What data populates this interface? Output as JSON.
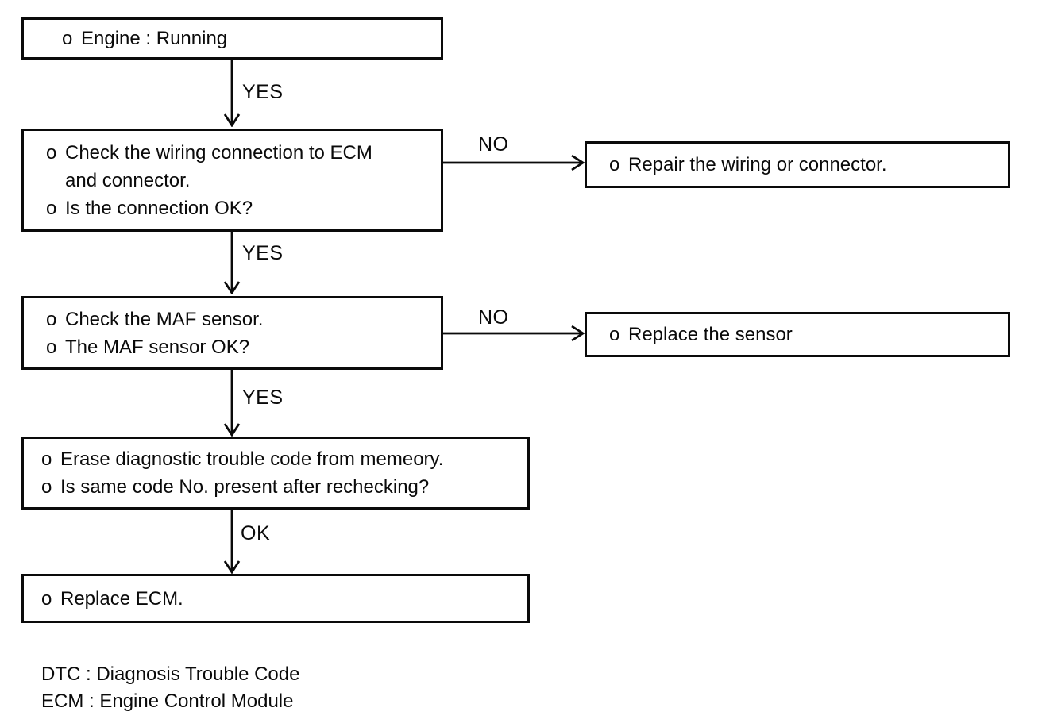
{
  "boxes": {
    "engine": {
      "lines": [
        {
          "bullet": "o",
          "text": "Engine : Running"
        }
      ]
    },
    "check_wiring": {
      "lines": [
        {
          "bullet": "o",
          "text": "Check the wiring connection to ECM"
        },
        {
          "bullet": "",
          "text": "and connector."
        },
        {
          "bullet": "o",
          "text": "Is the connection OK?"
        }
      ]
    },
    "repair_wiring": {
      "lines": [
        {
          "bullet": "o",
          "text": "Repair the wiring or connector."
        }
      ]
    },
    "check_maf": {
      "lines": [
        {
          "bullet": "o",
          "text": "Check the MAF sensor."
        },
        {
          "bullet": "o",
          "text": "The MAF sensor OK?"
        }
      ]
    },
    "replace_sensor": {
      "lines": [
        {
          "bullet": "o",
          "text": "Replace the sensor"
        }
      ]
    },
    "erase_dtc": {
      "lines": [
        {
          "bullet": "o",
          "text": "Erase diagnostic trouble code from memeory."
        },
        {
          "bullet": "o",
          "text": "Is same code No. present after rechecking?"
        }
      ]
    },
    "replace_ecm": {
      "lines": [
        {
          "bullet": "o",
          "text": "Replace ECM."
        }
      ]
    }
  },
  "edges": {
    "yes1": {
      "label": "YES"
    },
    "yes2": {
      "label": "YES"
    },
    "yes3": {
      "label": "YES"
    },
    "ok1": {
      "label": "OK"
    },
    "no1": {
      "label": "NO"
    },
    "no2": {
      "label": "NO"
    }
  },
  "legend": {
    "lines": [
      "DTC : Diagnosis Trouble Code",
      "ECM : Engine Control Module"
    ]
  },
  "colors": {
    "ink": "#0a0a0a",
    "paper": "#ffffff"
  }
}
